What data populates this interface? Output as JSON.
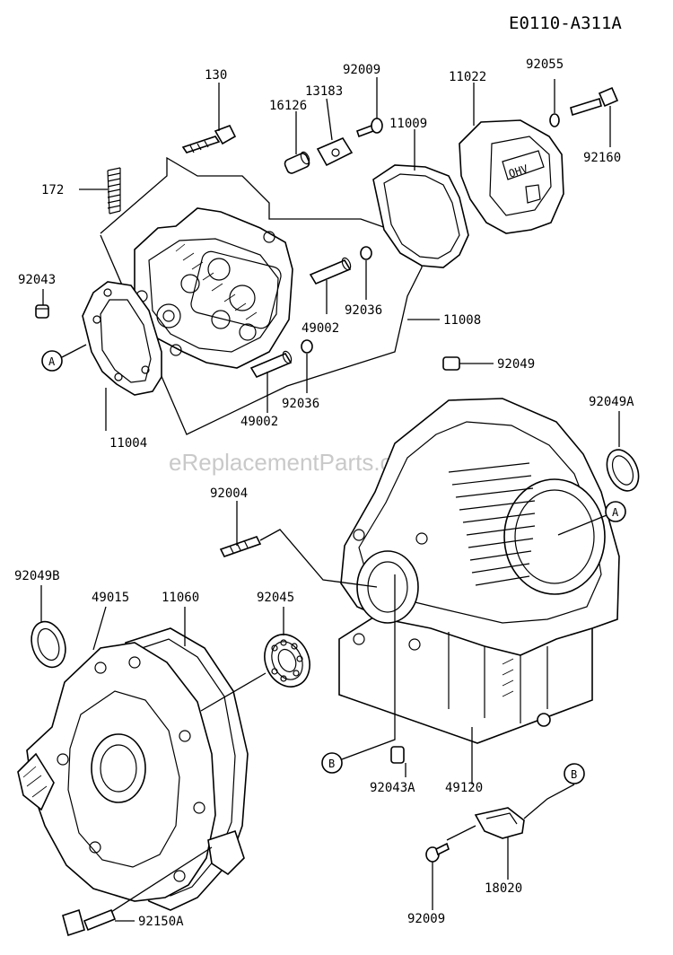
{
  "diagram_code": "E0110-A311A",
  "watermark": "eReplacementParts.com",
  "part_labels": {
    "p130": "130",
    "p92009_top": "92009",
    "p13183": "13183",
    "p16126": "16126",
    "p11022": "11022",
    "p92055": "92055",
    "p92160": "92160",
    "p11009": "11009",
    "p172": "172",
    "p92043": "92043",
    "p92036_a": "92036",
    "p49002_a": "49002",
    "p11008": "11008",
    "p92036_b": "92036",
    "p49002_b": "49002",
    "p11004": "11004",
    "p92049": "92049",
    "p92049A": "92049A",
    "p92004": "92004",
    "p92049B": "92049B",
    "p49015": "49015",
    "p11060": "11060",
    "p92045": "92045",
    "p92043A": "92043A",
    "p49120": "49120",
    "p18020": "18020",
    "p92009_bot": "92009",
    "p92150A": "92150A"
  },
  "ref_markers": {
    "a_left": "A",
    "a_right": "A",
    "b_left": "B",
    "b_right": "B"
  }
}
